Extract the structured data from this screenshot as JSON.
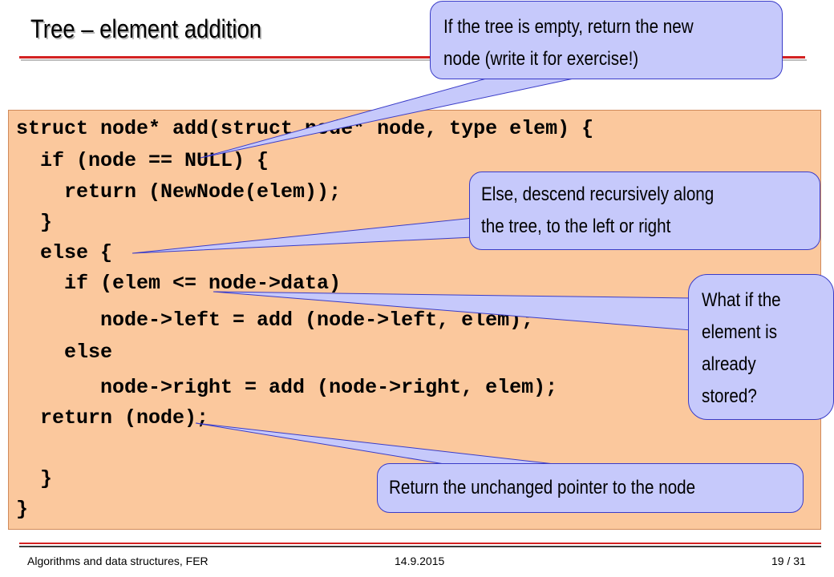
{
  "slide": {
    "title": "Tree – element addition"
  },
  "code_lines": [
    "struct node* add(struct node* node, type elem) {",
    "  if (node == NULL) {",
    "    return (NewNode(elem));",
    "  }",
    "  else {",
    "    if (elem <= node->data)",
    "       node->left = add (node->left, elem);",
    "    else",
    "       node->right = add (node->right, elem);",
    "  return (node);",
    "",
    "  }",
    "}"
  ],
  "callouts": {
    "empty_tree": [
      "If the tree is empty, return the new",
      "node (write it for exercise!)"
    ],
    "descend": [
      "Else, descend recursively along",
      "the tree, to the left or right"
    ],
    "already_stored": [
      "What if the",
      "element is",
      "already",
      "stored?"
    ],
    "return_pointer": [
      "Return the unchanged pointer to the node"
    ]
  },
  "footer": {
    "course": "Algorithms and data structures, FER",
    "date": "14.9.2015",
    "page": "19 / 31"
  },
  "colors": {
    "code_background": "#fbc89d",
    "callout_fill": "#c6c9fb",
    "callout_border": "#3a3cc8",
    "accent_rule": "#d32222"
  }
}
